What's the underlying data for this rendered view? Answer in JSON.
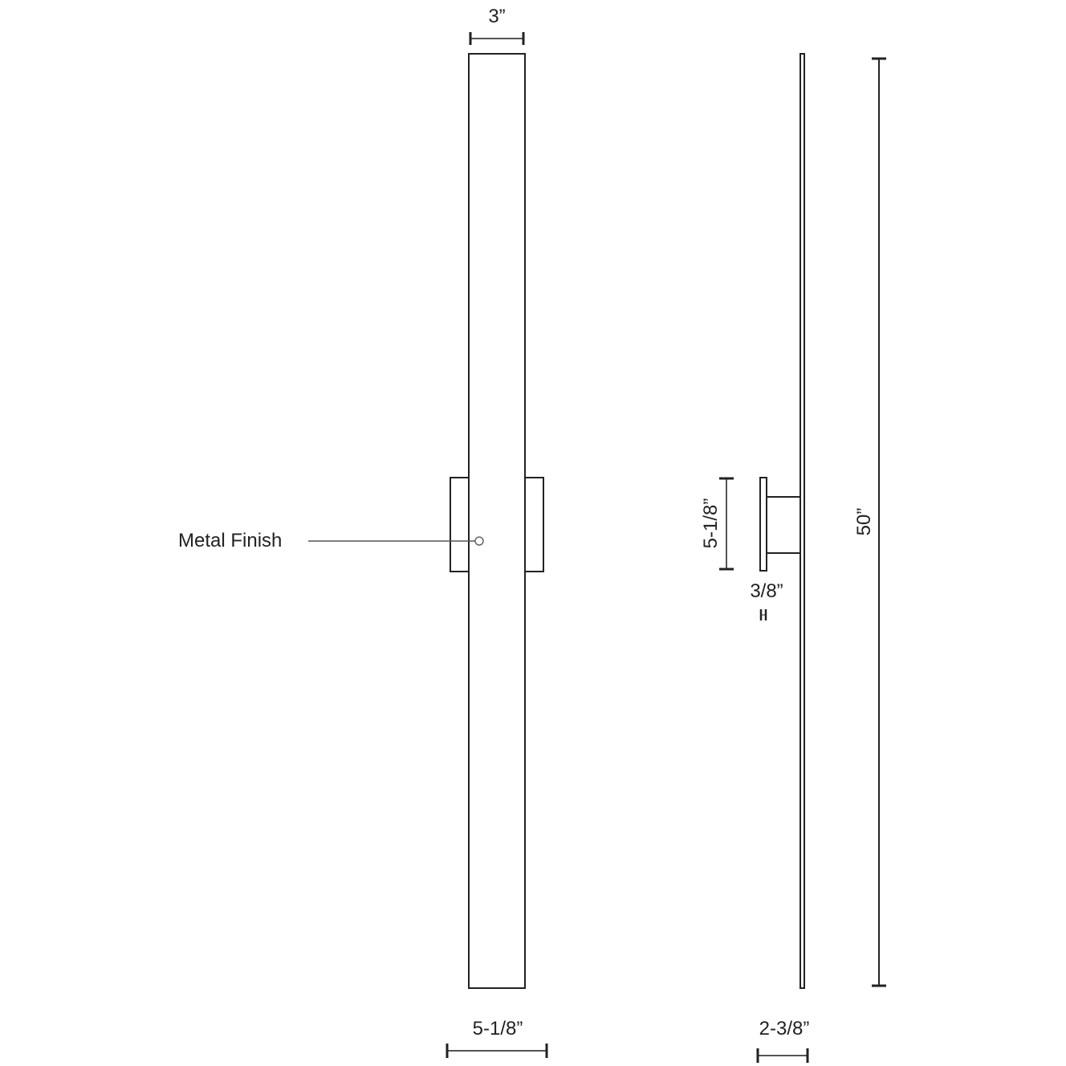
{
  "front_view": {
    "top_width_label": "3”",
    "bottom_width_label": "5-1/8”",
    "callout_label": "Metal Finish"
  },
  "side_view": {
    "backplate_height_label": "5-1/8”",
    "backplate_depth_label": "3/8”",
    "overall_depth_label": "2-3/8”",
    "overall_height_label": "50”"
  },
  "colors": {
    "line": "#222222",
    "dim_line": "#555555"
  }
}
